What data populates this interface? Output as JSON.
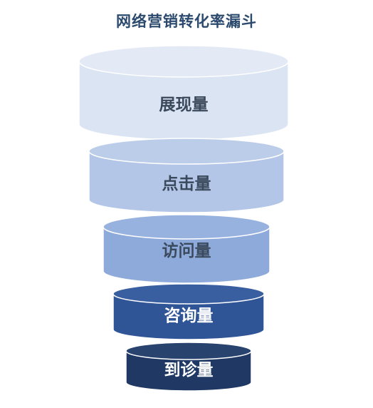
{
  "title": "网络营销转化率漏斗",
  "stages": [
    {
      "label": "展现量",
      "fill": "#dbe4f3",
      "top_fill": "#e3eaf6",
      "stroke": "#ffffff",
      "text_color": "#3a4a5c"
    },
    {
      "label": "点击量",
      "fill": "#b4c6e7",
      "top_fill": "#bccdea",
      "stroke": "#ffffff",
      "text_color": "#3a4a5c"
    },
    {
      "label": "访问量",
      "fill": "#8eaadb",
      "top_fill": "#98b2df",
      "stroke": "#ffffff",
      "text_color": "#3a4a5c"
    },
    {
      "label": "咨询量",
      "fill": "#2f5597",
      "top_fill": "#3a5fa0",
      "stroke": "#ffffff",
      "text_color": "#ffffff"
    },
    {
      "label": "到诊量",
      "fill": "#1f3864",
      "top_fill": "#29436f",
      "stroke": "#ffffff",
      "text_color": "#ffffff"
    }
  ]
}
